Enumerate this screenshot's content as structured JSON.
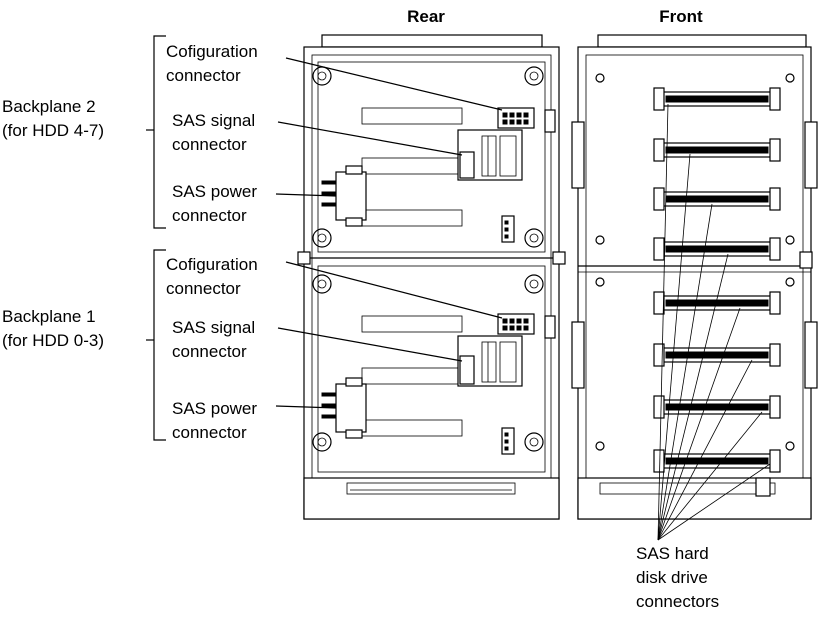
{
  "headings": {
    "rear": "Rear",
    "front": "Front"
  },
  "backplanes": [
    {
      "name": "Backplane 2",
      "range": "(for HDD 4-7)",
      "callouts": {
        "config": [
          "Cofiguration",
          "connector"
        ],
        "signal": [
          "SAS signal",
          "connector"
        ],
        "power": [
          "SAS power",
          "connector"
        ]
      }
    },
    {
      "name": "Backplane 1",
      "range": "(for HDD 0-3)",
      "callouts": {
        "config": [
          "Cofiguration",
          "connector"
        ],
        "signal": [
          "SAS signal",
          "connector"
        ],
        "power": [
          "SAS power",
          "connector"
        ]
      }
    }
  ],
  "drive_connectors_label": [
    "SAS hard",
    "disk drive",
    "connectors"
  ]
}
